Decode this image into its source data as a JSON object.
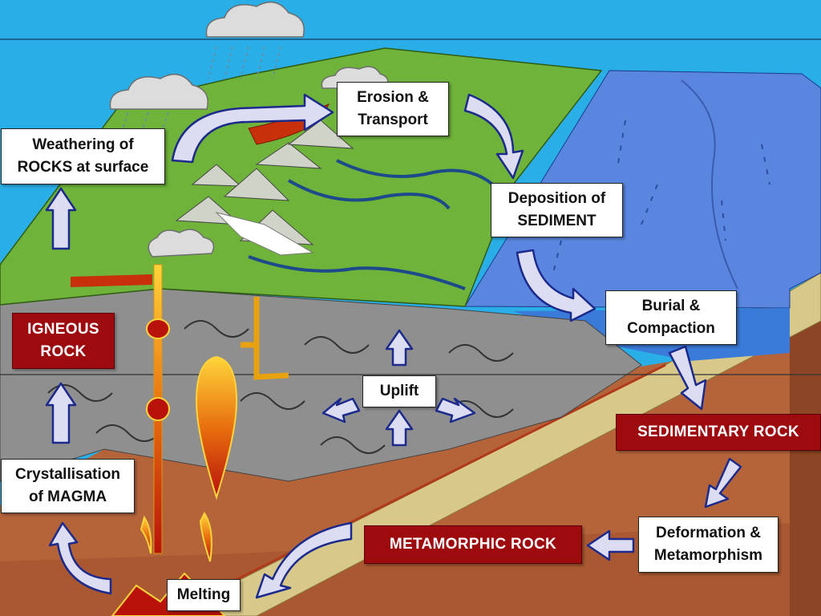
{
  "labels": {
    "weathering": [
      "Weathering of",
      "ROCKS at surface"
    ],
    "erosion": [
      "Erosion &",
      "Transport"
    ],
    "deposition": [
      "Deposition of",
      "SEDIMENT"
    ],
    "burial": [
      "Burial &",
      "Compaction"
    ],
    "uplift": "Uplift",
    "crystallisation": [
      "Crystallisation",
      "of MAGMA"
    ],
    "melting": "Melting",
    "deformation": [
      "Deformation &",
      "Metamorphism"
    ]
  },
  "rock_types": {
    "igneous": [
      "IGNEOUS",
      "ROCK"
    ],
    "sedimentary": "SEDIMENTARY ROCK",
    "metamorphic": "METAMORPHIC ROCK"
  },
  "colors": {
    "sky": "#2aaee8",
    "land": "#6fb33a",
    "sea": "#5a86e0",
    "crust_grey": "#8f8f8f",
    "mantle": "#b5643a",
    "sediment_band": "#d8c98a",
    "magma": "#c8160c",
    "rock_label_bg": "#9e0b0f",
    "arrow_fill": "#dcdcf2",
    "arrow_stroke": "#1c2a8c"
  }
}
